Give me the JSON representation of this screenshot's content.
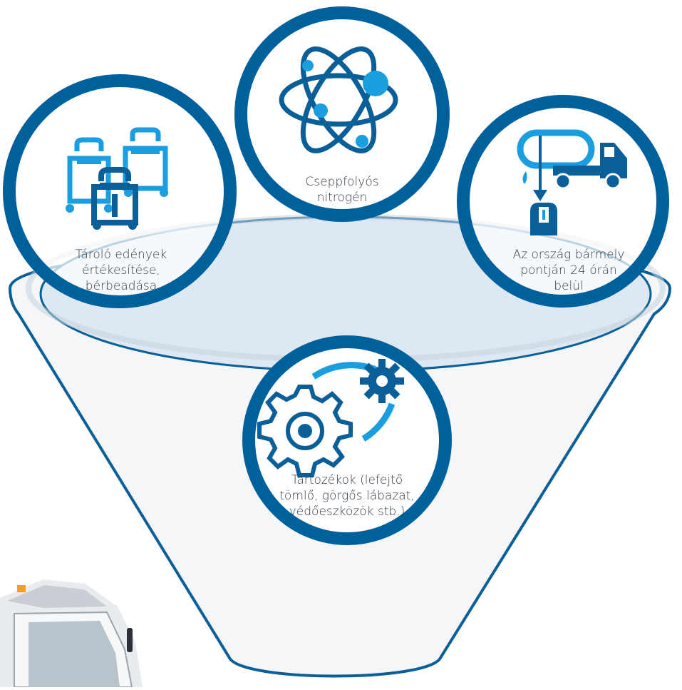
{
  "colors": {
    "ring": "#00609c",
    "icon_dark": "#0a5f98",
    "icon_light": "#1a9ee0",
    "funnel_fill": "#f4f6f8",
    "funnel_stroke": "#0a5f98",
    "liquid": "#dde8f2"
  },
  "items": [
    {
      "label": "Tároló edények\nértékesítése,\nbérbeadása",
      "icon": "storage-containers-icon"
    },
    {
      "label": "Cseppfolyós\nnitrogén",
      "icon": "atom-icon"
    },
    {
      "label": "Az ország bármely\npontján 24 órán\nbelül",
      "icon": "tanker-truck-delivery-icon"
    },
    {
      "label": "Tartozékok (lefejtő\ntömlő, görgős lábazat,\nvédőeszközök stb.)",
      "icon": "gears-icon"
    }
  ]
}
